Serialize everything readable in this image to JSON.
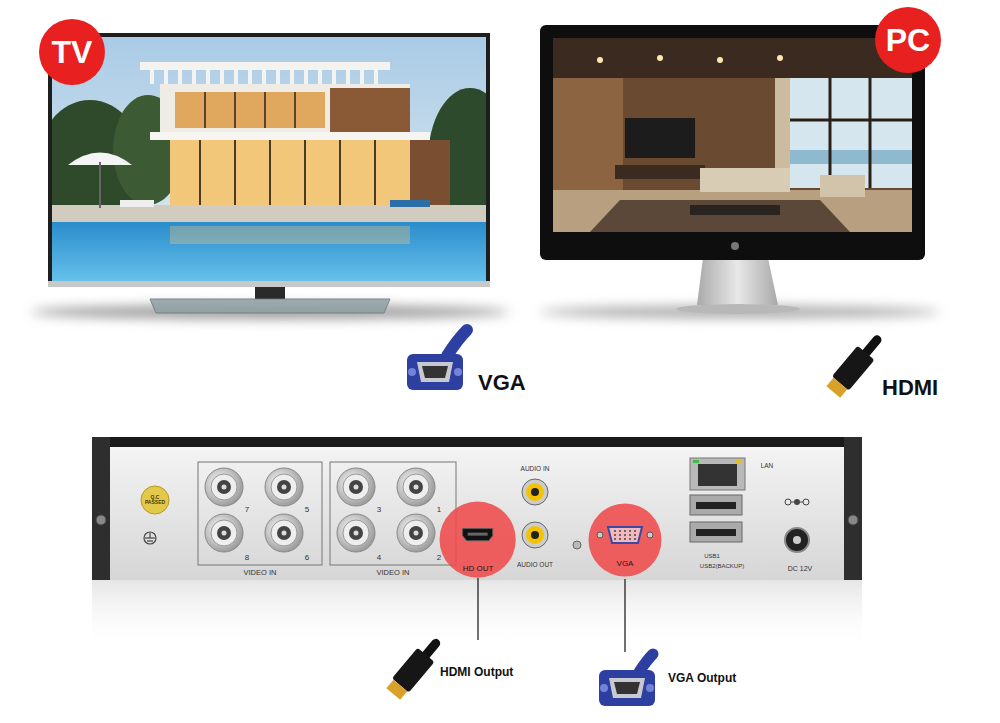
{
  "diagram": {
    "nodes": [
      {
        "text": [
          "TV"
        ]
      },
      {
        "text": [
          "PC"
        ]
      },
      {
        "text": [
          "HD OUT"
        ]
      },
      {
        "text": [
          "VGA"
        ]
      }
    ],
    "labels": [
      "VGA",
      "HDMI",
      "Q.C PASSED",
      "7",
      "5",
      "8",
      "6",
      "VIDEO IN",
      "3",
      "1",
      "4",
      "2",
      "VIDEO IN",
      "AUDIO IN",
      "AUDIO OUT",
      "LAN",
      "USB1",
      "USB2(BACKUP)",
      "DC 12V",
      "HDMI Output",
      "VGA Output"
    ]
  }
}
